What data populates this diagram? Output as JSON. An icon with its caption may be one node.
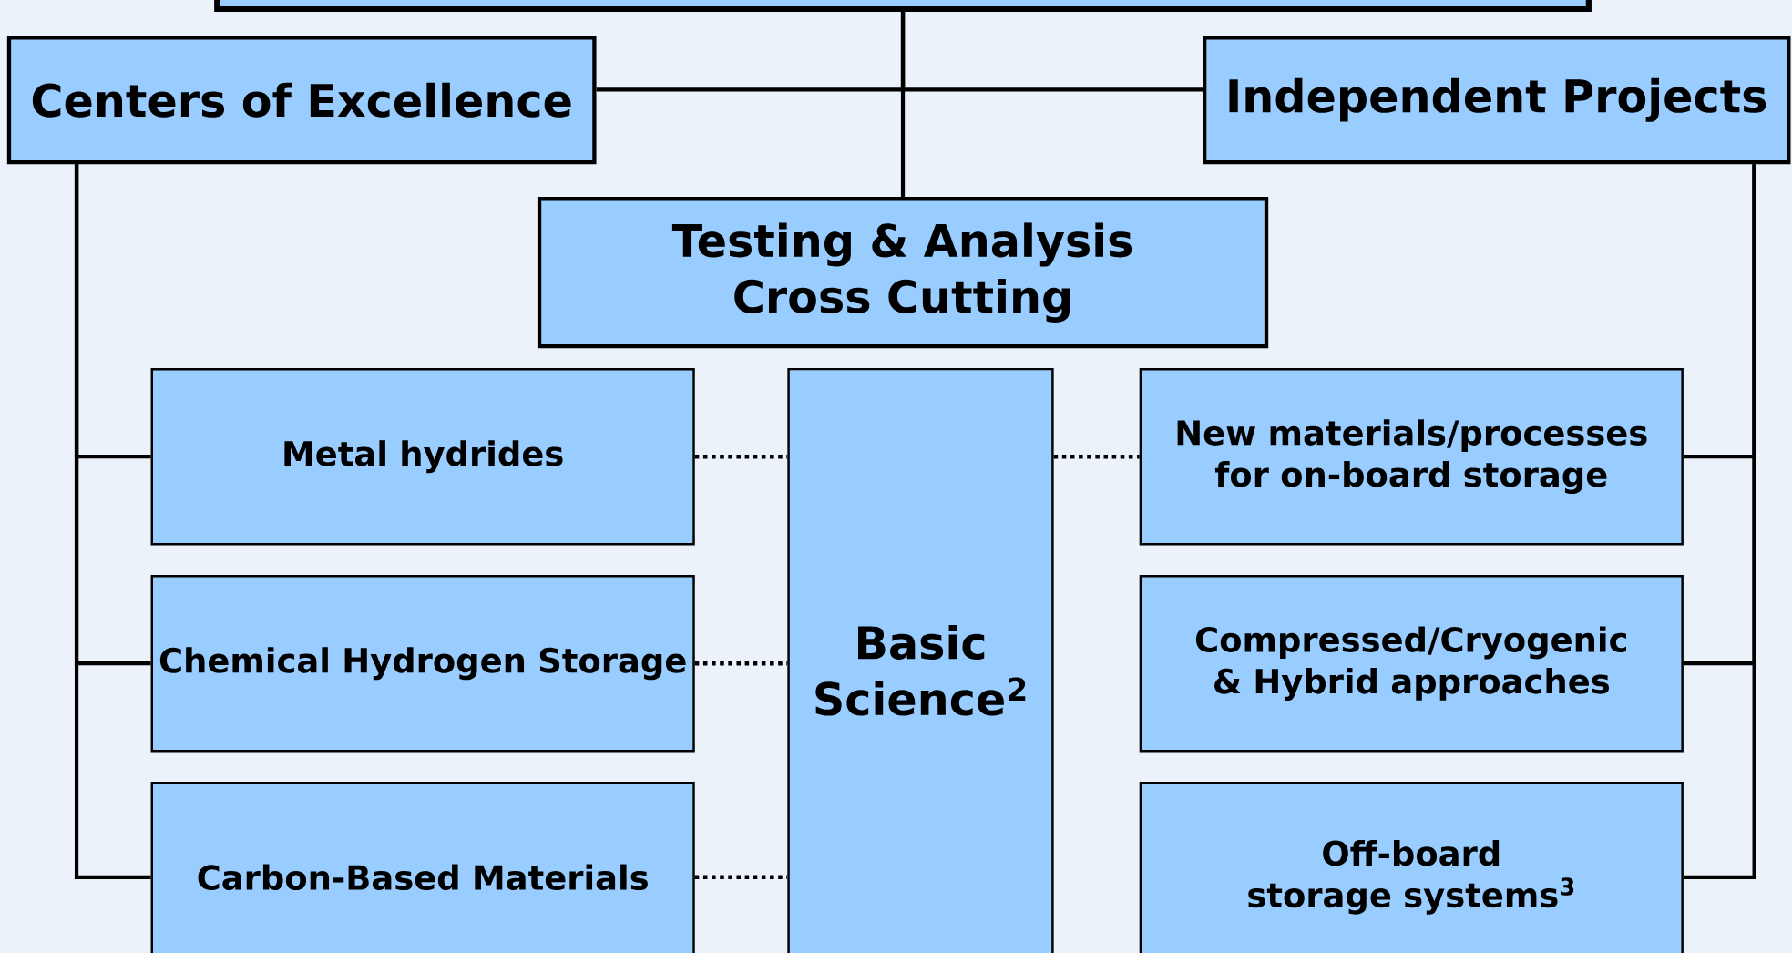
{
  "diagram": {
    "nodes": [
      {
        "text": [],
        "shape": "box"
      },
      {
        "text": [
          "Centers of Excellence"
        ]
      },
      {
        "text": [
          "Independent Projects"
        ]
      },
      {
        "text": [
          "Testing & Analysis Cross Cutting"
        ]
      },
      {
        "text": [
          "Metal hydrides"
        ]
      },
      {
        "text": [
          "Chemical Hydrogen Storage"
        ]
      },
      {
        "text": [
          "Carbon-Based Materials"
        ]
      },
      {
        "text": [
          "Basic Science$^{2}$"
        ]
      },
      {
        "text": [
          "New materials/processes for on-board storage"
        ]
      },
      {
        "text": [
          "Compressed/Cryogenic & Hybrid approaches"
        ]
      },
      {
        "text": [
          "Off-board storage systems$^{3}$"
        ]
      }
    ],
    "edges": [
      {
        "from": 0,
        "to": 1,
        "arrow": "none"
      },
      {
        "from": 0,
        "to": 2,
        "arrow": "none"
      },
      {
        "from": 0,
        "to": 3,
        "arrow": "none"
      },
      {
        "from": 1,
        "to": 4,
        "arrow": "none"
      },
      {
        "from": 1,
        "to": 5,
        "arrow": "none"
      },
      {
        "from": 1,
        "to": 6,
        "arrow": "none"
      },
      {
        "from": 2,
        "to": 8,
        "arrow": "none"
      },
      {
        "from": 2,
        "to": 9,
        "arrow": "none"
      },
      {
        "from": 2,
        "to": 10,
        "arrow": "none"
      },
      {
        "from": 4,
        "to": 7,
        "arrow": "none",
        "style": "dashed"
      },
      {
        "from": 5,
        "to": 7,
        "arrow": "none",
        "style": "dashed"
      },
      {
        "from": 6,
        "to": 7,
        "arrow": "none",
        "style": "dashed"
      },
      {
        "from": 7,
        "to": 8,
        "arrow": "none",
        "style": "dashed"
      }
    ]
  }
}
